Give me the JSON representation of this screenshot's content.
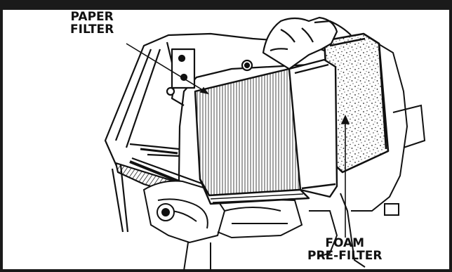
{
  "figure": {
    "callouts": {
      "paper_filter": [
        "PAPER",
        "FILTER"
      ],
      "foam_prefilter": [
        "FOAM",
        "PRE-FILTER"
      ]
    },
    "colors": {
      "ink": "#111111",
      "paper": "#ffffff",
      "frame": "#1a1a1a"
    }
  }
}
